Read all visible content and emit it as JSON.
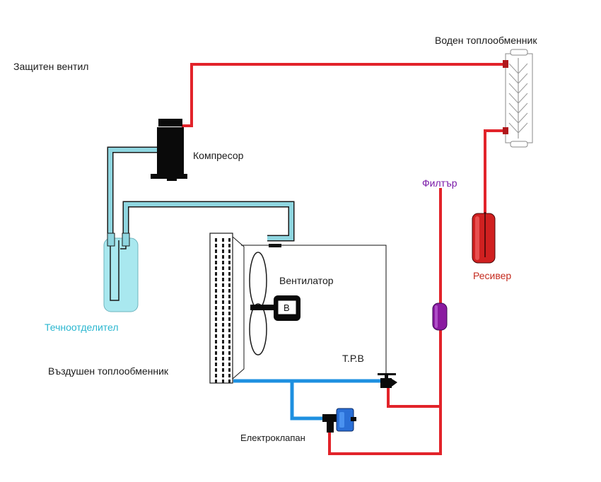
{
  "labels": {
    "water_exchanger": "Воден топлообменник",
    "protective_valve": "Защитен вентил",
    "compressor": "Компресор",
    "filter": "Филтър",
    "receiver": "Ресивер",
    "fan": "Вентилатор",
    "fan_badge": "B",
    "liquid_separator": "Течноотделител",
    "air_exchanger": "Въздушен топлообменник",
    "expansion_valve": "Т.Р.В",
    "solenoid_valve": "Електроклапан"
  },
  "colors": {
    "hot_line": "#e2232a",
    "suction_line": "#8fd6e0",
    "liquid_line": "#1e90e0",
    "filter": "#8a1aa0",
    "filter_label": "#7a1aa8",
    "receiver": "#cc1f1f",
    "receiver_label": "#c42a1e",
    "separator_label": "#2bb7d0",
    "component_black": "#0a0a0a",
    "solenoid_blue": "#2a6fd6"
  },
  "icons": {
    "compressor": "compressor-icon",
    "water_exchanger": "plate-heat-exchanger-icon",
    "receiver": "receiver-tank-icon",
    "filter": "filter-drier-icon",
    "separator": "liquid-separator-icon",
    "air_exchanger": "finned-coil-icon",
    "fan": "fan-icon",
    "expansion_valve": "expansion-valve-icon",
    "solenoid": "solenoid-valve-icon"
  }
}
